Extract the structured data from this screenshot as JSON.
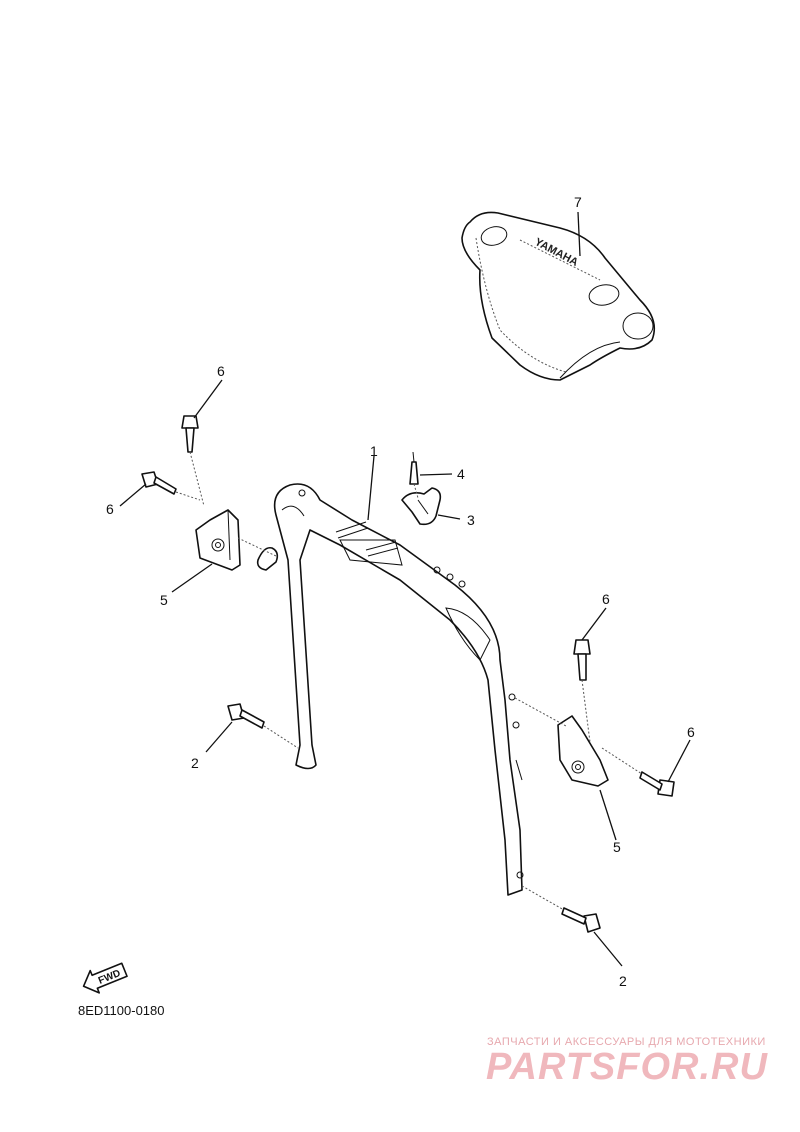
{
  "diagram": {
    "callouts": {
      "c1": "1",
      "c2a": "2",
      "c2b": "2",
      "c3": "3",
      "c4": "4",
      "c5a": "5",
      "c5b": "5",
      "c6a": "6",
      "c6b": "6",
      "c6c": "6",
      "c6d": "6",
      "c7": "7"
    },
    "fwd_label": "FWD",
    "drawing_code": "8ED1100-0180",
    "pad_brand": "YAMAHA"
  },
  "watermark": {
    "tagline": "ЗАПЧАСТИ И АКСЕССУАРЫ ДЛЯ МОТОТЕХНИКИ",
    "logo": "PARTSFOR.RU"
  }
}
